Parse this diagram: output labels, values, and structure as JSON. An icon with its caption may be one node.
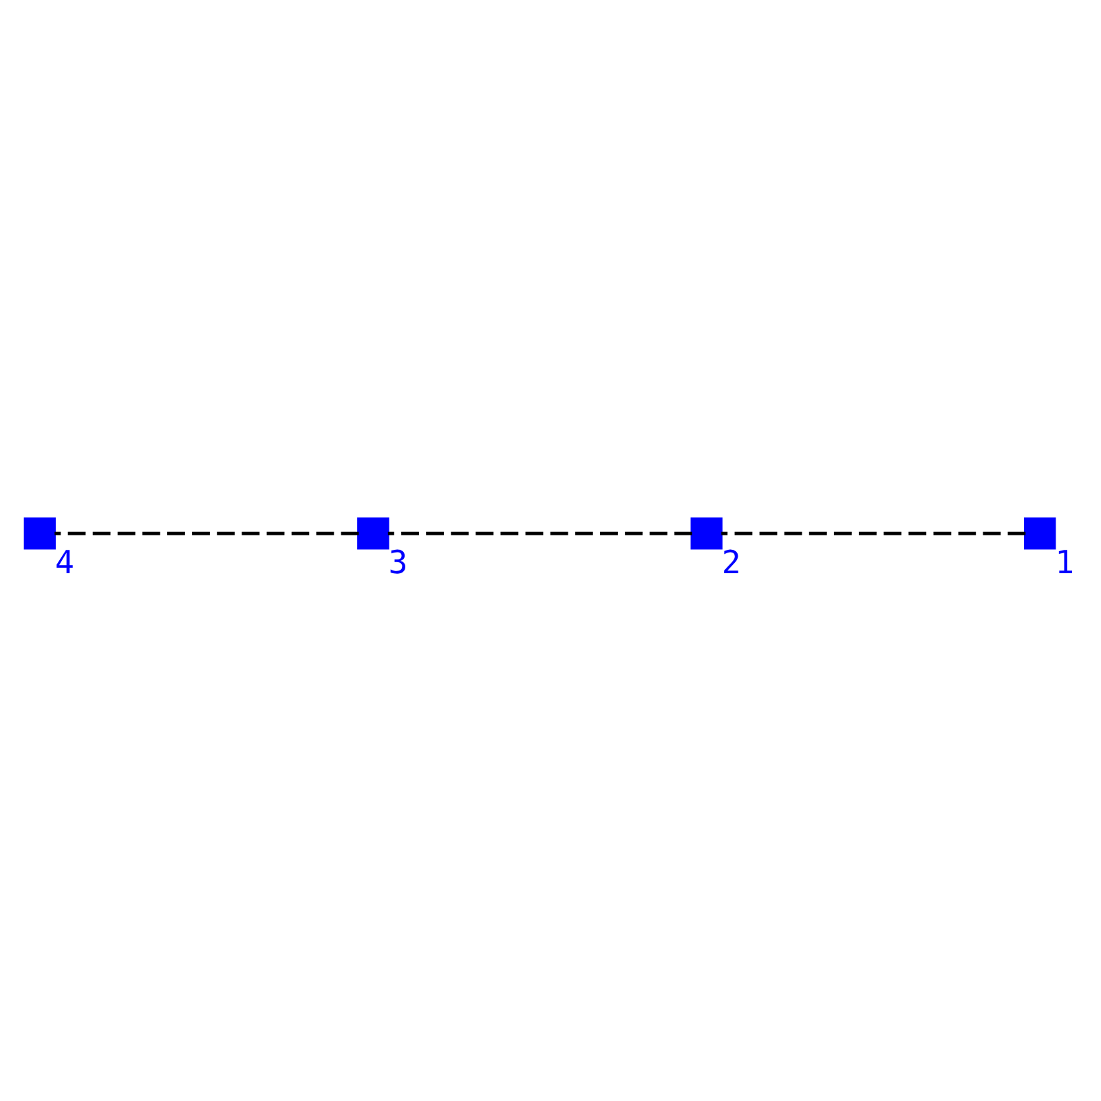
{
  "diagram": {
    "nodes": [
      {
        "text": [],
        "shape": "box",
        "beside": [
          "1"
        ]
      },
      {
        "text": [],
        "shape": "box",
        "beside": [
          "2"
        ]
      },
      {
        "text": [],
        "shape": "box",
        "beside": [
          "3"
        ]
      },
      {
        "text": [],
        "shape": "box",
        "beside": [
          "4"
        ]
      }
    ],
    "edges": [
      {
        "from": 0,
        "to": 1,
        "arrow": "none",
        "style": "dashed"
      },
      {
        "from": 1,
        "to": 2,
        "arrow": "none",
        "style": "dashed"
      },
      {
        "from": 2,
        "to": 3,
        "arrow": "none",
        "style": "dashed"
      }
    ]
  }
}
